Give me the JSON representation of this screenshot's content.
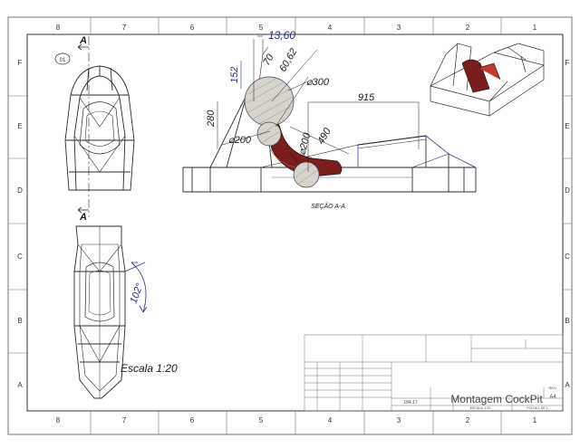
{
  "border": {
    "columns_top": [
      "8",
      "7",
      "6",
      "5",
      "4",
      "3",
      "2",
      "1"
    ],
    "columns_bottom": [
      "8",
      "7",
      "6",
      "5",
      "4",
      "3",
      "2",
      "1"
    ],
    "rows_left": [
      "F",
      "E",
      "D",
      "C",
      "B",
      "A"
    ],
    "rows_right": [
      "F",
      "E",
      "D",
      "C",
      "B",
      "A"
    ]
  },
  "views": {
    "balloon": "01",
    "section_marker_top": "A",
    "section_marker_bottom": "A",
    "section_title": "SEÇÃO A-A",
    "scale_note": "Escala 1:20"
  },
  "dimensions": {
    "d_13_60": "13,60",
    "d_152": "152",
    "d_70": "70",
    "d_60_62": "60,62",
    "d_phi300": "⌀300",
    "d_915": "915",
    "d_280": "280",
    "d_phi200_a": "⌀200",
    "d_phi200_b": "⌀200",
    "d_490": "490",
    "d_102": "102°"
  },
  "title_block": {
    "drawing_title": "Montagem CockPit",
    "sheet_size": "A4",
    "weight": "184,17",
    "scale": "ESCALA: 1:20",
    "sheet": "FOLHA 1 DE 1",
    "rev": "REV."
  },
  "colors": {
    "line": "#2b2b2b",
    "frame_blue": "#4a5aa8",
    "dim_blue": "#1f2f8f",
    "seat_red": "#7a1d1d"
  }
}
